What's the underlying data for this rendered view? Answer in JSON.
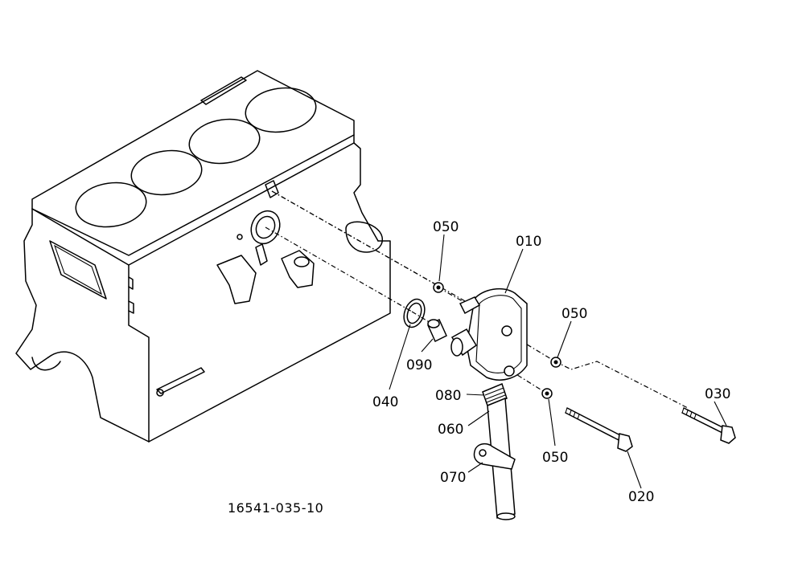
{
  "diagram": {
    "reference_number": "16541-035-10",
    "callouts": [
      {
        "id": "c010",
        "label": "010"
      },
      {
        "id": "c020",
        "label": "020"
      },
      {
        "id": "c030",
        "label": "030"
      },
      {
        "id": "c040",
        "label": "040"
      },
      {
        "id": "c050a",
        "label": "050"
      },
      {
        "id": "c050b",
        "label": "050"
      },
      {
        "id": "c050c",
        "label": "050"
      },
      {
        "id": "c060",
        "label": "060"
      },
      {
        "id": "c070",
        "label": "070"
      },
      {
        "id": "c080",
        "label": "080"
      },
      {
        "id": "c090",
        "label": "090"
      }
    ]
  }
}
